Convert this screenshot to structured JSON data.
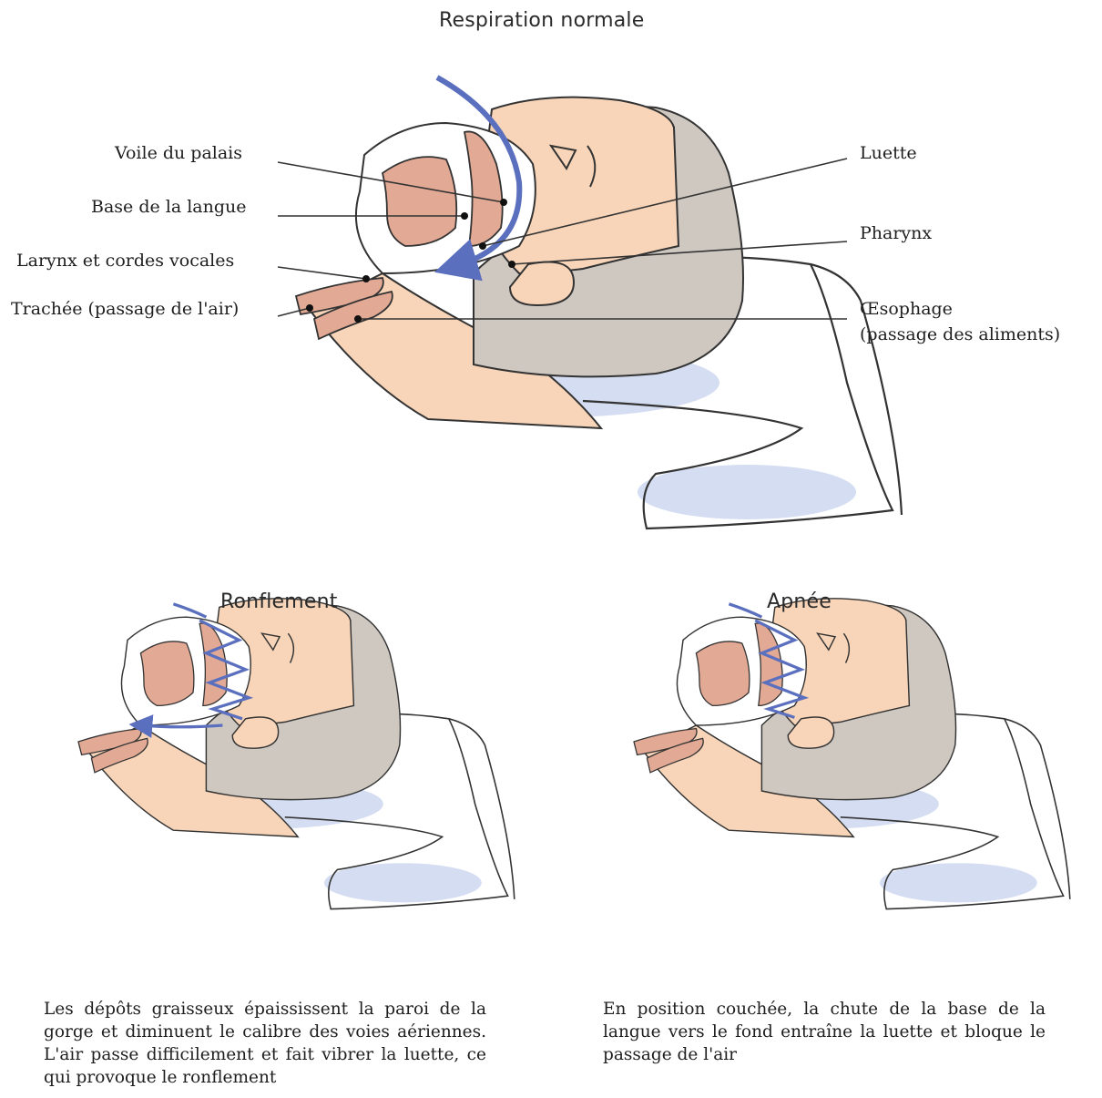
{
  "titles": {
    "normal": "Respiration normale",
    "snoring": "Ronflement",
    "apnea": "Apnée"
  },
  "labels": {
    "soft_palate": "Voile du palais",
    "tongue_base": "Base de la langue",
    "larynx": "Larynx et cordes vocales",
    "trachea": "Trachée (passage de l'air)",
    "uvula": "Luette",
    "pharynx": "Pharynx",
    "esophagus_line1": "Œsophage",
    "esophagus_line2": "(passage des aliments)"
  },
  "captions": {
    "snoring": "Les dépôts graisseux épaississent la paroi de la gorge et diminuent le calibre des voies aériennes. L'air passe difficilement et fait vibrer la luette, ce qui provoque le ronflement",
    "apnea": "En position couchée, la chute de la base de la langue vers le fond entraîne la luette et bloque le passage de l'air"
  },
  "colors": {
    "skin": "#f8d5b8",
    "tissue": "#e2a995",
    "hair": "#cfc8c1",
    "airflow": "#5b6fbf",
    "pillow_shadow": "#d4ddf1",
    "outline": "#333333"
  }
}
